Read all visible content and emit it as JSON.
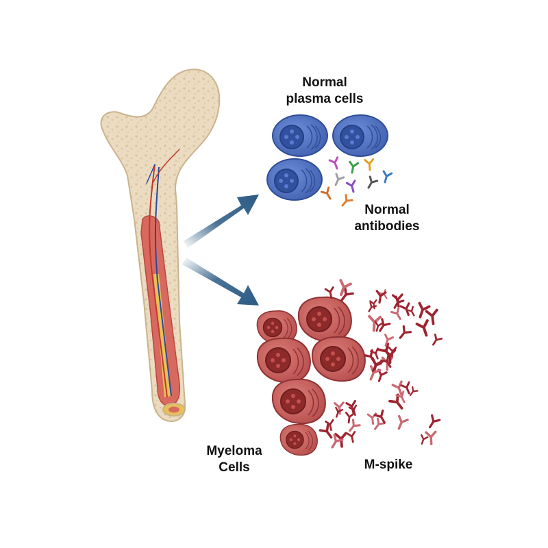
{
  "labels": {
    "normal_plasma_line1": "Normal",
    "normal_plasma_line2": "plasma cells",
    "normal_antibodies_line1": "Normal",
    "normal_antibodies_line2": "antibodies",
    "myeloma_line1": "Myeloma",
    "myeloma_line2": "Cells",
    "m_spike": "M-spike"
  },
  "colors": {
    "bone_fill": "#eadbc1",
    "bone_outline": "#c9b38c",
    "marrow": "#d8695e",
    "normal_cell": "#4f72c6",
    "myeloma_cell": "#c65a5a",
    "m_spike_antibody": "#9e2430",
    "arrow": "#2b5a84"
  },
  "icons": {
    "normal_antibody": "y-shaped-antibody-icon",
    "m_spike_antibody": "y-shaped-antibody-icon"
  }
}
